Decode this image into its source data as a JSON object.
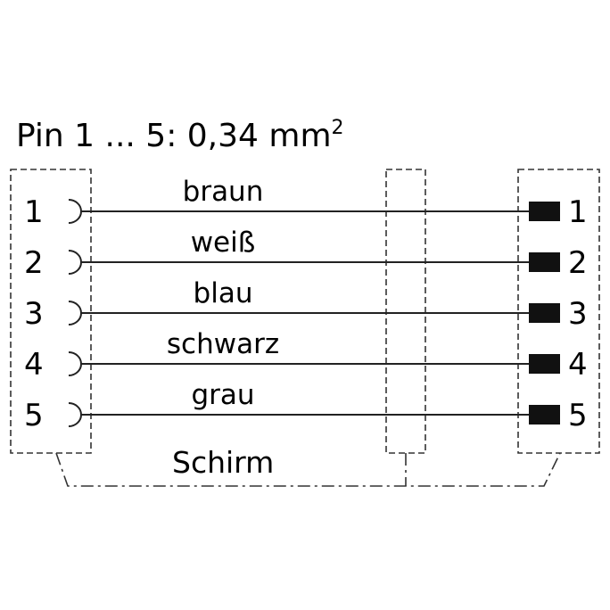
{
  "title": {
    "prefix": "Pin 1 ... 5: 0,34 mm",
    "superscript": "2"
  },
  "wires": [
    {
      "left_pin": "1",
      "right_pin": "1",
      "color_label": "braun"
    },
    {
      "left_pin": "2",
      "right_pin": "2",
      "color_label": "weiß"
    },
    {
      "left_pin": "3",
      "right_pin": "3",
      "color_label": "blau"
    },
    {
      "left_pin": "4",
      "right_pin": "4",
      "color_label": "schwarz"
    },
    {
      "left_pin": "5",
      "right_pin": "5",
      "color_label": "grau"
    }
  ],
  "shield": {
    "label": "Schirm"
  },
  "colors": {
    "line": "#222222",
    "background": "#ffffff"
  }
}
